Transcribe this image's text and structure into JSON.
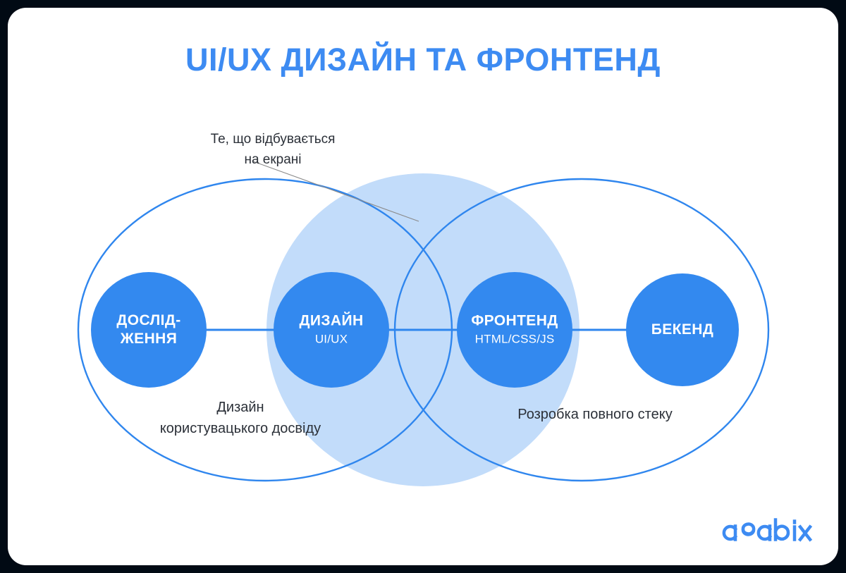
{
  "page": {
    "title": "UI/UX ДИЗАЙН ТА ФРОНТЕНД"
  },
  "annotation": {
    "line1": "Те, що відбувається",
    "line2": "на екрані"
  },
  "nodes": [
    {
      "name": "research",
      "main_line1": "ДОСЛІД-",
      "main_line2": "ЖЕННЯ",
      "sub": ""
    },
    {
      "name": "design",
      "main_line1": "ДИЗАЙН",
      "main_line2": "",
      "sub": "UI/UX"
    },
    {
      "name": "frontend",
      "main_line1": "ФРОНТЕНД",
      "main_line2": "",
      "sub": "HTML/CSS/JS"
    },
    {
      "name": "backend",
      "main_line1": "БЕКЕНД",
      "main_line2": "",
      "sub": ""
    }
  ],
  "captions": {
    "left_line1": "Дизайн",
    "left_line2": "користувацького досвіду",
    "right_line1": "Розробка повного стеку"
  },
  "logo": {
    "text": "asabix"
  },
  "colors": {
    "accent_blue": "#3d8bf2",
    "node_blue": "#3389ef",
    "pale_blue": "#c2dcfa",
    "outline_blue": "#2f86ee",
    "text_dark": "#2b3038",
    "frame_black": "#010a14",
    "leader_gray": "#8a8a8a"
  }
}
